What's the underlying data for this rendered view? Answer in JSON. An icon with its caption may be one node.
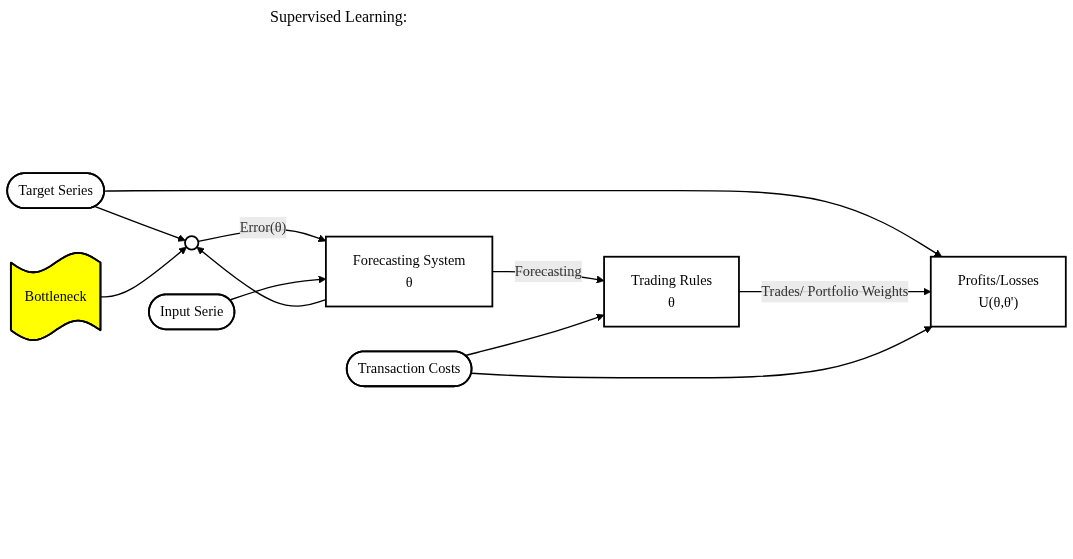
{
  "diagram": {
    "nodes": [
      {
        "text": [
          "Target Series"
        ]
      },
      {
        "text": [],
        "shape": "circle"
      },
      {
        "text": [
          "Input Serie"
        ]
      },
      {
        "text": [
          "Forecasting System",
          "θ"
        ]
      },
      {
        "text": [
          "Trading Rules",
          "θ"
        ]
      },
      {
        "text": [
          "Profits/Losses",
          "U(θ,θ')"
        ]
      },
      {
        "text": [
          "Bottleneck"
        ]
      },
      {
        "text": [
          "Transaction Costs"
        ]
      }
    ],
    "edges": [
      {
        "from": 0,
        "to": 1,
        "arrow": "to"
      },
      {
        "from": 0,
        "to": 5,
        "arrow": "to"
      },
      {
        "from": 1,
        "to": 3,
        "arrow": "to",
        "label": "Error(θ)"
      },
      {
        "from": 2,
        "to": 3,
        "arrow": "to"
      },
      {
        "from": 3,
        "to": 4,
        "arrow": "to",
        "label": "Forecasting"
      },
      {
        "from": 3,
        "to": 1,
        "arrow": "to"
      },
      {
        "from": 6,
        "to": 1,
        "arrow": "to"
      },
      {
        "from": 4,
        "to": 5,
        "arrow": "to",
        "label": "Trades/ Portfolio Weights"
      },
      {
        "from": 7,
        "to": 4,
        "arrow": "to"
      },
      {
        "from": 7,
        "to": 5,
        "arrow": "to"
      }
    ],
    "labels": [
      "Supervised Learning:"
    ]
  }
}
